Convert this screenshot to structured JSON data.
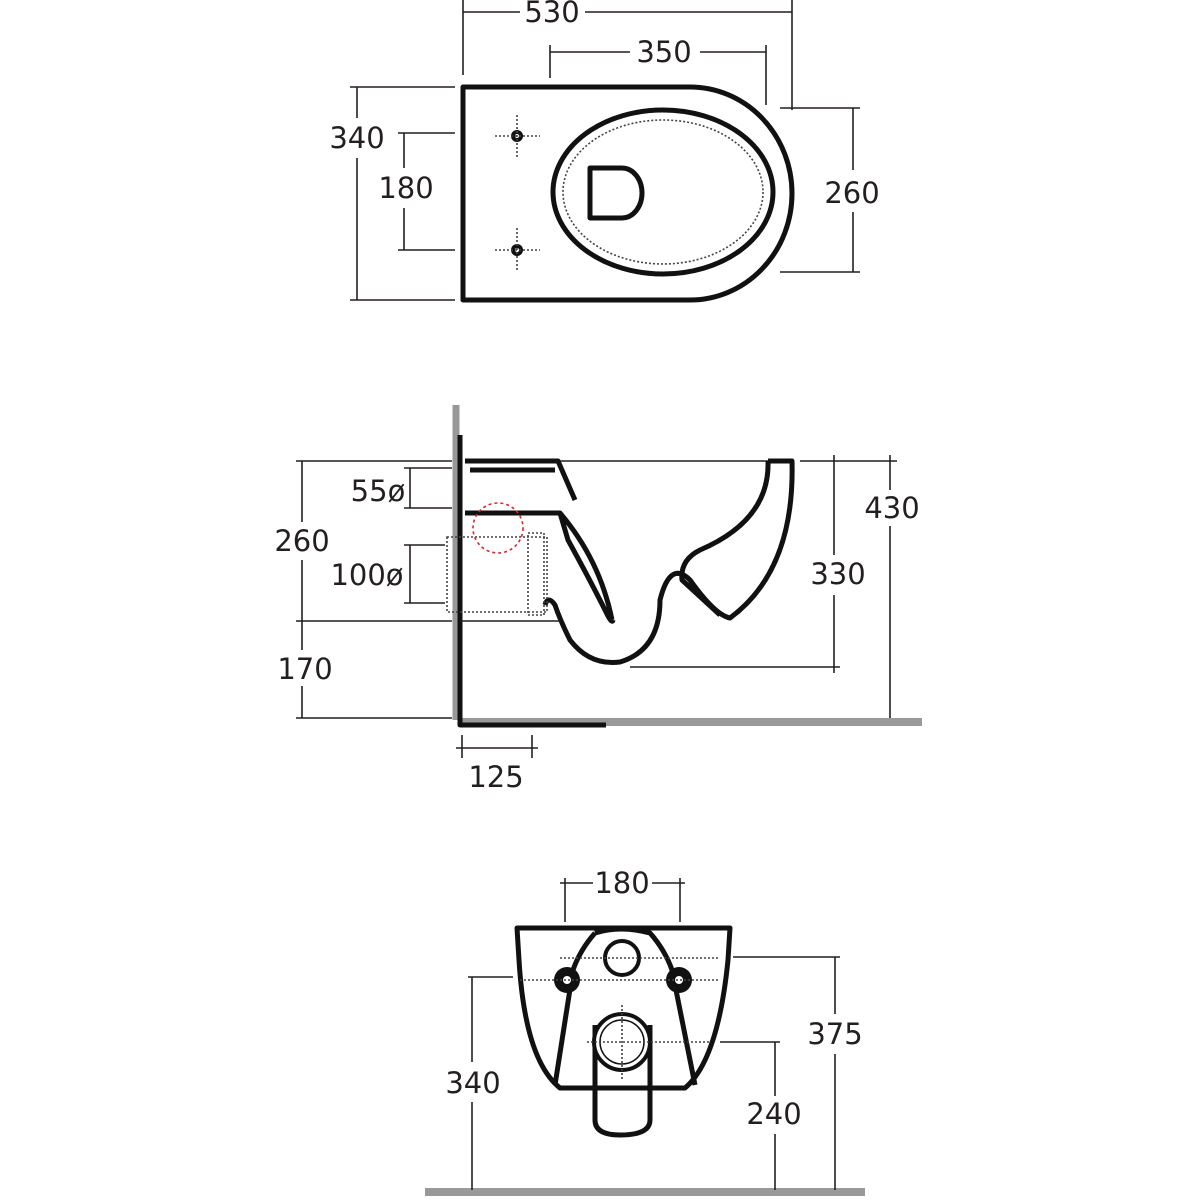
{
  "top_view": {
    "width_total": "530",
    "width_seat": "350",
    "depth_total": "340",
    "bolt_spacing": "180",
    "seat_depth": "260"
  },
  "side_view": {
    "height_total_left": "260",
    "inlet_diameter": "55ø",
    "outlet_diameter": "100ø",
    "floor_to_outlet": "170",
    "bowl_height": "330",
    "rim_height": "430",
    "wall_offset": "125"
  },
  "front_view": {
    "bolt_spacing": "180",
    "bolt_height": "340",
    "rim_height": "375",
    "outlet_height": "240"
  },
  "colors": {
    "line": "#111111",
    "wall": "#999999",
    "marker": "#d9262b"
  }
}
